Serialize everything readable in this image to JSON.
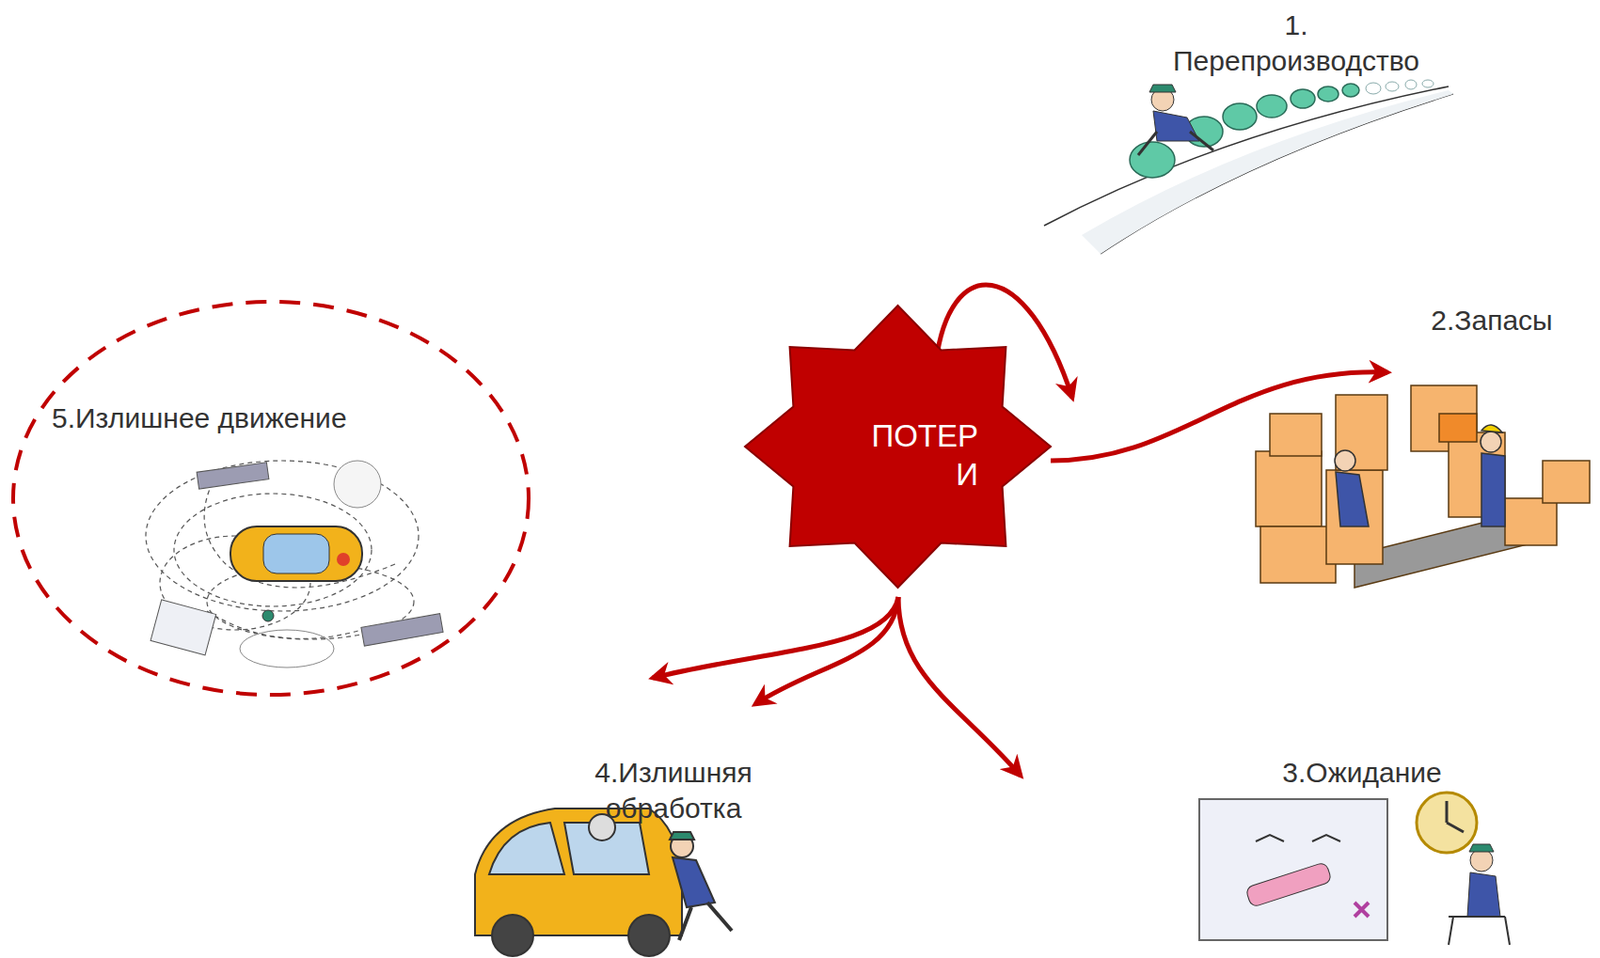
{
  "diagram": {
    "nodes": [
      {
        "text": [
          "ПОТЕР И"
        ]
      },
      {
        "text": [
          "5.Излишнее движение"
        ]
      }
    ],
    "labels": [
      "1. Перепроизводство",
      "2.Запасы",
      "3.Ожидание",
      "4.Излишняя обработка"
    ]
  }
}
